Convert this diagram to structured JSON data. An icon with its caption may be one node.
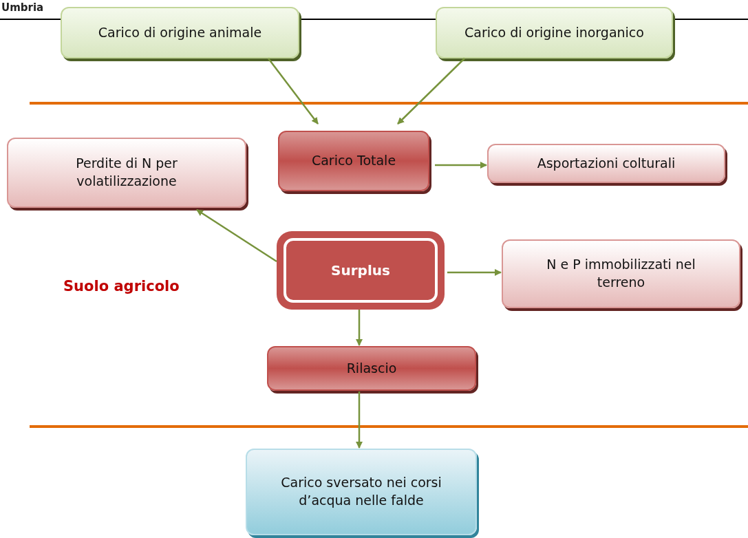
{
  "diagram": {
    "nodes": [
      {
        "text": [
          "Carico di origine animale"
        ]
      },
      {
        "text": [
          "Carico di origine inorganico"
        ]
      },
      {
        "text": [
          "Carico Totale"
        ]
      },
      {
        "text": [
          "Perdite di N per volatilizzazione"
        ]
      },
      {
        "text": [
          "Asportazioni colturali"
        ]
      },
      {
        "text": [
          "Surplus"
        ]
      },
      {
        "text": [
          "N e P immobilizzati nel terreno"
        ]
      },
      {
        "text": [
          "Rilascio"
        ]
      },
      {
        "text": [
          "Carico sversato nei corsi d’acqua nelle falde"
        ]
      }
    ],
    "edges": [
      {
        "from": 0,
        "to": 2,
        "arrow": "to"
      },
      {
        "from": 1,
        "to": 2,
        "arrow": "to"
      },
      {
        "from": 2,
        "to": 4,
        "arrow": "to"
      },
      {
        "from": 5,
        "to": 3,
        "arrow": "to"
      },
      {
        "from": 5,
        "to": 6,
        "arrow": "to"
      },
      {
        "from": 5,
        "to": 7,
        "arrow": "to"
      },
      {
        "from": 7,
        "to": 8,
        "arrow": "to"
      }
    ],
    "labels": [
      "Umbria",
      "Suolo agricolo"
    ]
  }
}
